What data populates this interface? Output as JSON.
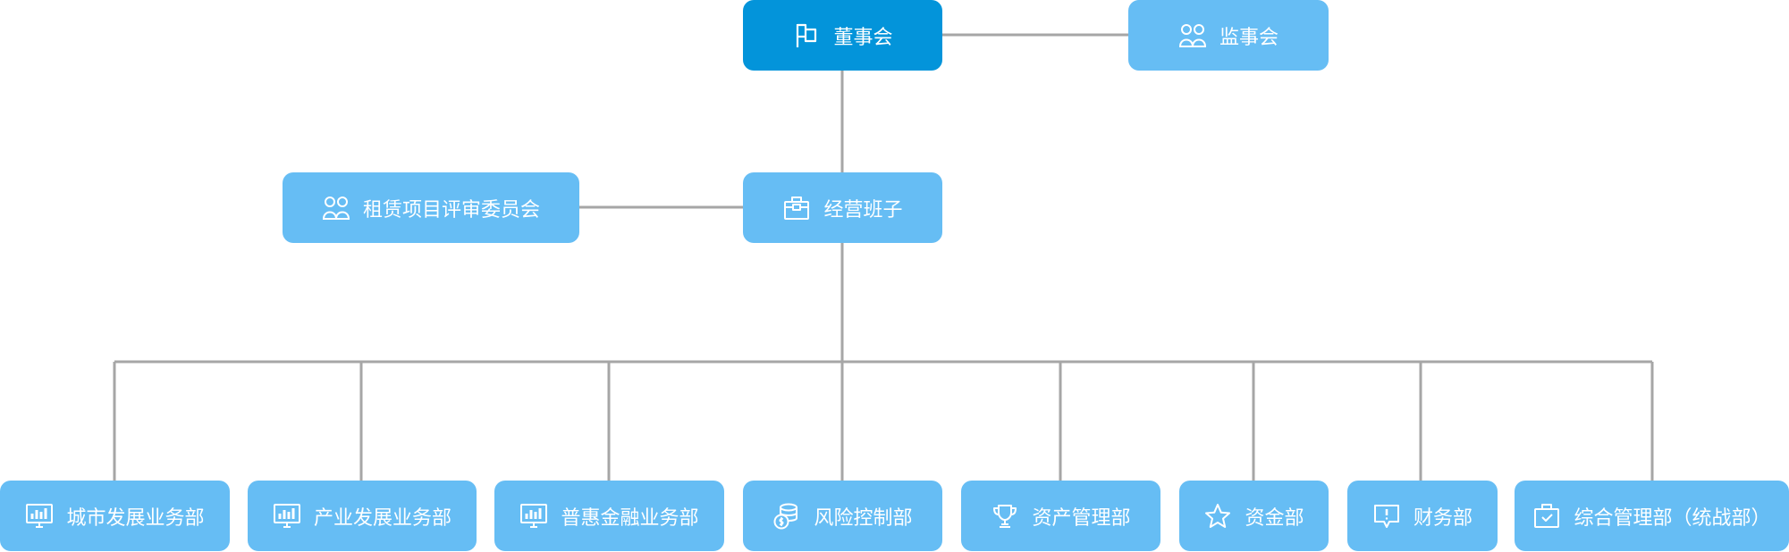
{
  "org_chart": {
    "board": {
      "label": "董事会",
      "icon": "flag-icon"
    },
    "supervisory_board": {
      "label": "监事会",
      "icon": "people-icon"
    },
    "review_committee": {
      "label": "租赁项目评审委员会",
      "icon": "people-icon"
    },
    "management_team": {
      "label": "经营班子",
      "icon": "briefcase-icon"
    },
    "departments": [
      {
        "label": "城市发展业务部",
        "icon": "chart-monitor-icon"
      },
      {
        "label": "产业发展业务部",
        "icon": "chart-monitor-icon"
      },
      {
        "label": "普惠金融业务部",
        "icon": "chart-monitor-icon"
      },
      {
        "label": "风险控制部",
        "icon": "coins-dollar-icon"
      },
      {
        "label": "资产管理部",
        "icon": "trophy-icon"
      },
      {
        "label": "资金部",
        "icon": "star-icon"
      },
      {
        "label": "财务部",
        "icon": "alert-message-icon"
      },
      {
        "label": "综合管理部（统战部）",
        "icon": "check-briefcase-icon"
      }
    ]
  },
  "colors": {
    "primary": "#0394da",
    "node": "#66bdf4",
    "connector": "#a6a6a6",
    "text": "#ffffff"
  }
}
